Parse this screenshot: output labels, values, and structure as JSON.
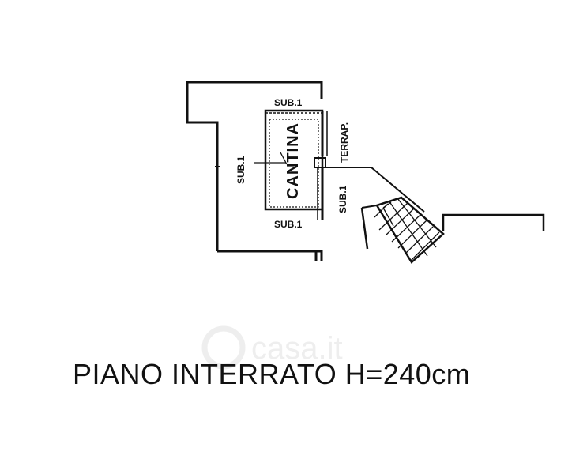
{
  "labels": {
    "sub_top": "SUB.1",
    "sub_left": "SUB.1",
    "sub_right": "SUB.1",
    "sub_bottom": "SUB.1",
    "terrap": "TERRAP.",
    "room": "CANTINA"
  },
  "caption": "PIANO INTERRATO H=240cm",
  "watermark": "casa.it",
  "colors": {
    "ink": "#111111",
    "background": "#ffffff",
    "watermark": "#eeeeee"
  }
}
